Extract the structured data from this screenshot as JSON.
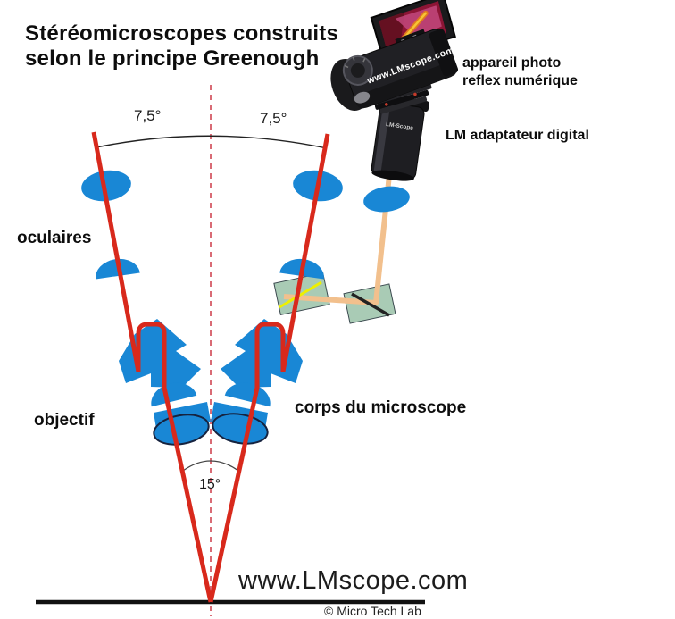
{
  "title": {
    "line1": "Stéréomicroscopes construits",
    "line2": "selon le principe Greenough"
  },
  "diagram_labels": {
    "eyepieces": "oculaires",
    "objective": "objectif",
    "microscope_body": "corps du microscope",
    "camera_line1": "appareil photo",
    "camera_line2": "reflex numérique",
    "adapter": "LM adaptateur digital",
    "angle_left": "7,5°",
    "angle_right": "7,5°",
    "angle_bottom": "15°"
  },
  "camera_graphic": {
    "body_text": "www.LMscope.com",
    "adapter_text": "LM-Scope"
  },
  "footer": {
    "website": "www.LMscope.com",
    "copyright": "© Micro Tech Lab"
  },
  "colors": {
    "beam_red": "#d8291c",
    "optical_axis_pink": "#d96b75",
    "lens_blue": "#1987d5",
    "splitter_green": "#a9cbb5",
    "beam_orange": "#f2c08d",
    "splitter_yellow": "#eef000",
    "baseline_black": "#111111"
  }
}
